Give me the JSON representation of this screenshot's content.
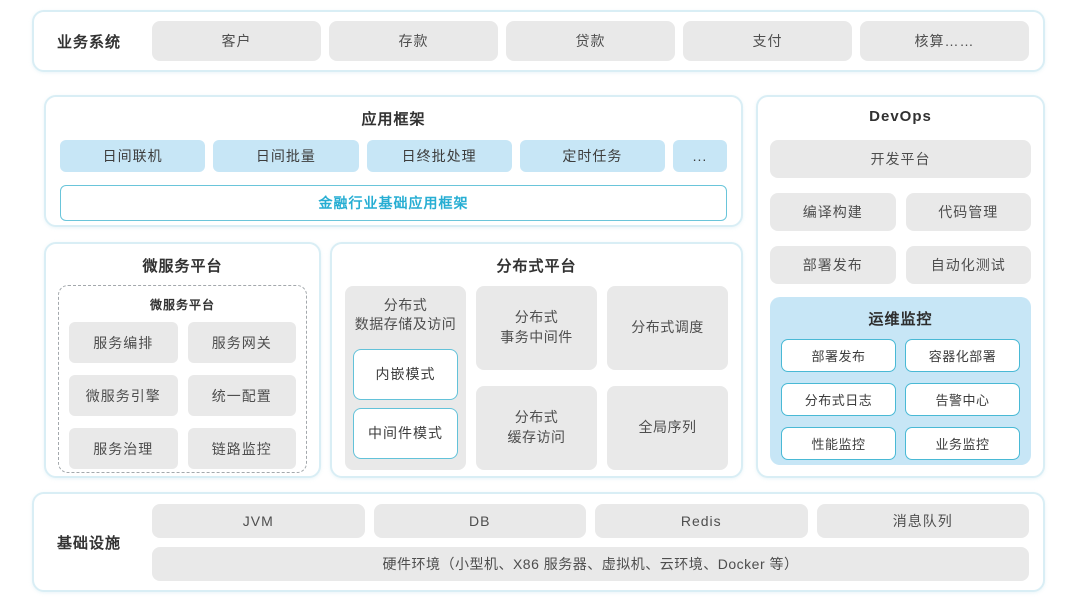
{
  "colors": {
    "panel_border": "#d9eef5",
    "gray_block": "#e9e9e9",
    "blue_block": "#c7e6f6",
    "teal_border": "#49b9d5",
    "teal_text": "#27aed3",
    "text": "#4e4e4e"
  },
  "business_systems": {
    "label": "业务系统",
    "items": [
      "客户",
      "存款",
      "贷款",
      "支付",
      "核算……"
    ]
  },
  "app_framework": {
    "title": "应用框架",
    "items": [
      "日间联机",
      "日间批量",
      "日终批处理",
      "定时任务",
      "..."
    ],
    "base_framework": "金融行业基础应用框架"
  },
  "devops": {
    "title": "DevOps",
    "dev_platform": "开发平台",
    "items": [
      "编译构建",
      "代码管理",
      "部署发布",
      "自动化测试"
    ],
    "monitoring": {
      "title": "运维监控",
      "items": [
        "部署发布",
        "容器化部署",
        "分布式日志",
        "告警中心",
        "性能监控",
        "业务监控"
      ]
    }
  },
  "microservices": {
    "title": "微服务平台",
    "inner_title": "微服务平台",
    "items": [
      "服务编排",
      "服务网关",
      "微服务引擎",
      "统一配置",
      "服务治理",
      "链路监控"
    ]
  },
  "distributed": {
    "title": "分布式平台",
    "storage": {
      "label": "分布式\n数据存储及访问",
      "modes": [
        "内嵌模式",
        "中间件模式"
      ]
    },
    "col2": [
      "分布式\n事务中间件",
      "分布式\n缓存访问"
    ],
    "col3": [
      "分布式调度",
      "全局序列"
    ]
  },
  "infrastructure": {
    "label": "基础设施",
    "items": [
      "JVM",
      "DB",
      "Redis",
      "消息队列"
    ],
    "hardware": "硬件环境（小型机、X86 服务器、虚拟机、云环境、Docker 等）"
  }
}
